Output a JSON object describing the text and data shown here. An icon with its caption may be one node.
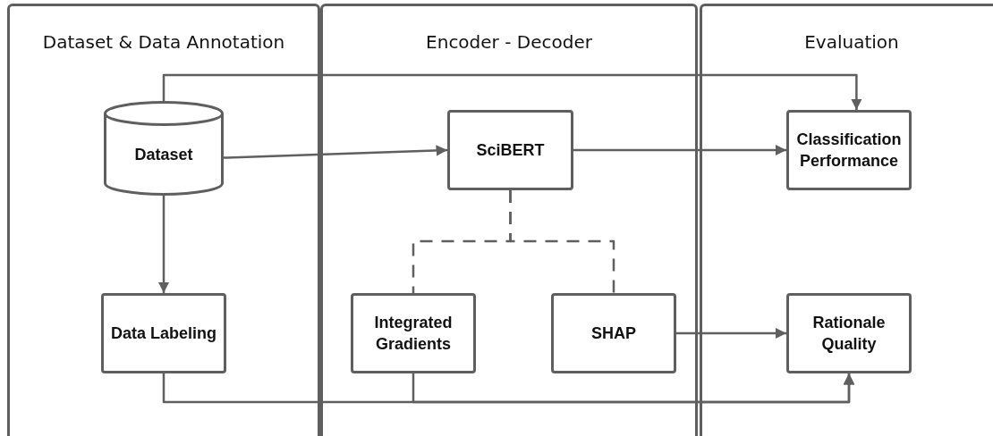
{
  "diagram": {
    "nodes": [
      {
        "text": [
          "Dataset & Data Annotation"
        ]
      },
      {
        "text": [
          "Encoder - Decoder"
        ]
      },
      {
        "text": [
          "Evaluation"
        ]
      },
      {
        "text": [
          "Dataset"
        ],
        "in": 0
      },
      {
        "text": [
          "SciBERT"
        ],
        "in": 1
      },
      {
        "text": [
          "Classification Performance"
        ],
        "in": 2
      },
      {
        "text": [
          "Data Labeling"
        ],
        "in": 0
      },
      {
        "text": [
          "Integrated Gradients"
        ],
        "in": 1
      },
      {
        "text": [
          "SHAP"
        ],
        "in": 1
      },
      {
        "text": [
          "Rationale Quality"
        ],
        "in": 2
      }
    ],
    "edges": [
      {
        "from": 3,
        "to": 4,
        "arrow": "to"
      },
      {
        "from": 4,
        "to": 5,
        "arrow": "to"
      },
      {
        "from": 3,
        "to": 5,
        "arrow": "to"
      },
      {
        "from": 3,
        "to": 6,
        "arrow": "to"
      },
      {
        "from": 4,
        "to": 7,
        "arrow": "none",
        "style": "dashed"
      },
      {
        "from": 4,
        "to": 8,
        "arrow": "none",
        "style": "dashed"
      },
      {
        "from": 8,
        "to": 9,
        "arrow": "to"
      },
      {
        "from": 6,
        "to": 9,
        "arrow": "to"
      },
      {
        "from": 7,
        "to": 9,
        "arrow": "to"
      }
    ]
  }
}
